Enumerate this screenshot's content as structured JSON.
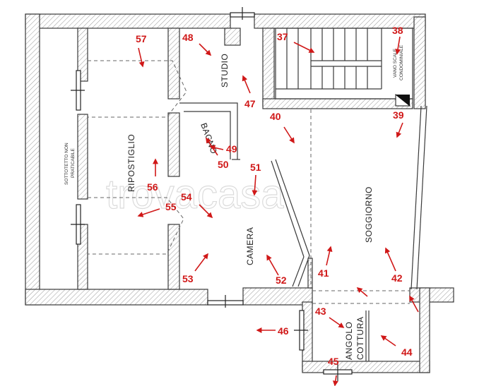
{
  "rooms": {
    "studio": "STUDIO",
    "bagno": "BAGNO",
    "ripostiglio": "RIPOSTIGLIO",
    "camera": "CAMERA",
    "soggiorno": "SOGGIORNO",
    "angolo": "ANGOLO",
    "cottura": "COTTURA",
    "sottotetto_1": "SOTTOTETTO NON",
    "sottotetto_2": "PRATICABILE",
    "vano_1": "VANO SCALE",
    "vano_2": "CONDOMINIALE"
  },
  "watermark": "trovacasa",
  "photo_points": [
    {
      "label": "37"
    },
    {
      "label": "38"
    },
    {
      "label": "39"
    },
    {
      "label": "40"
    },
    {
      "label": "41"
    },
    {
      "label": "42"
    },
    {
      "label": "43"
    },
    {
      "label": "44"
    },
    {
      "label": "45"
    },
    {
      "label": "46"
    },
    {
      "label": "47"
    },
    {
      "label": "48"
    },
    {
      "label": "49"
    },
    {
      "label": "50"
    },
    {
      "label": "51"
    },
    {
      "label": "52"
    },
    {
      "label": "53"
    },
    {
      "label": "54"
    },
    {
      "label": "55"
    },
    {
      "label": "56"
    },
    {
      "label": "57"
    }
  ],
  "colors": {
    "marker": "#d01818",
    "wall": "#3a3a3a",
    "watermark": "#d8d8d8"
  }
}
